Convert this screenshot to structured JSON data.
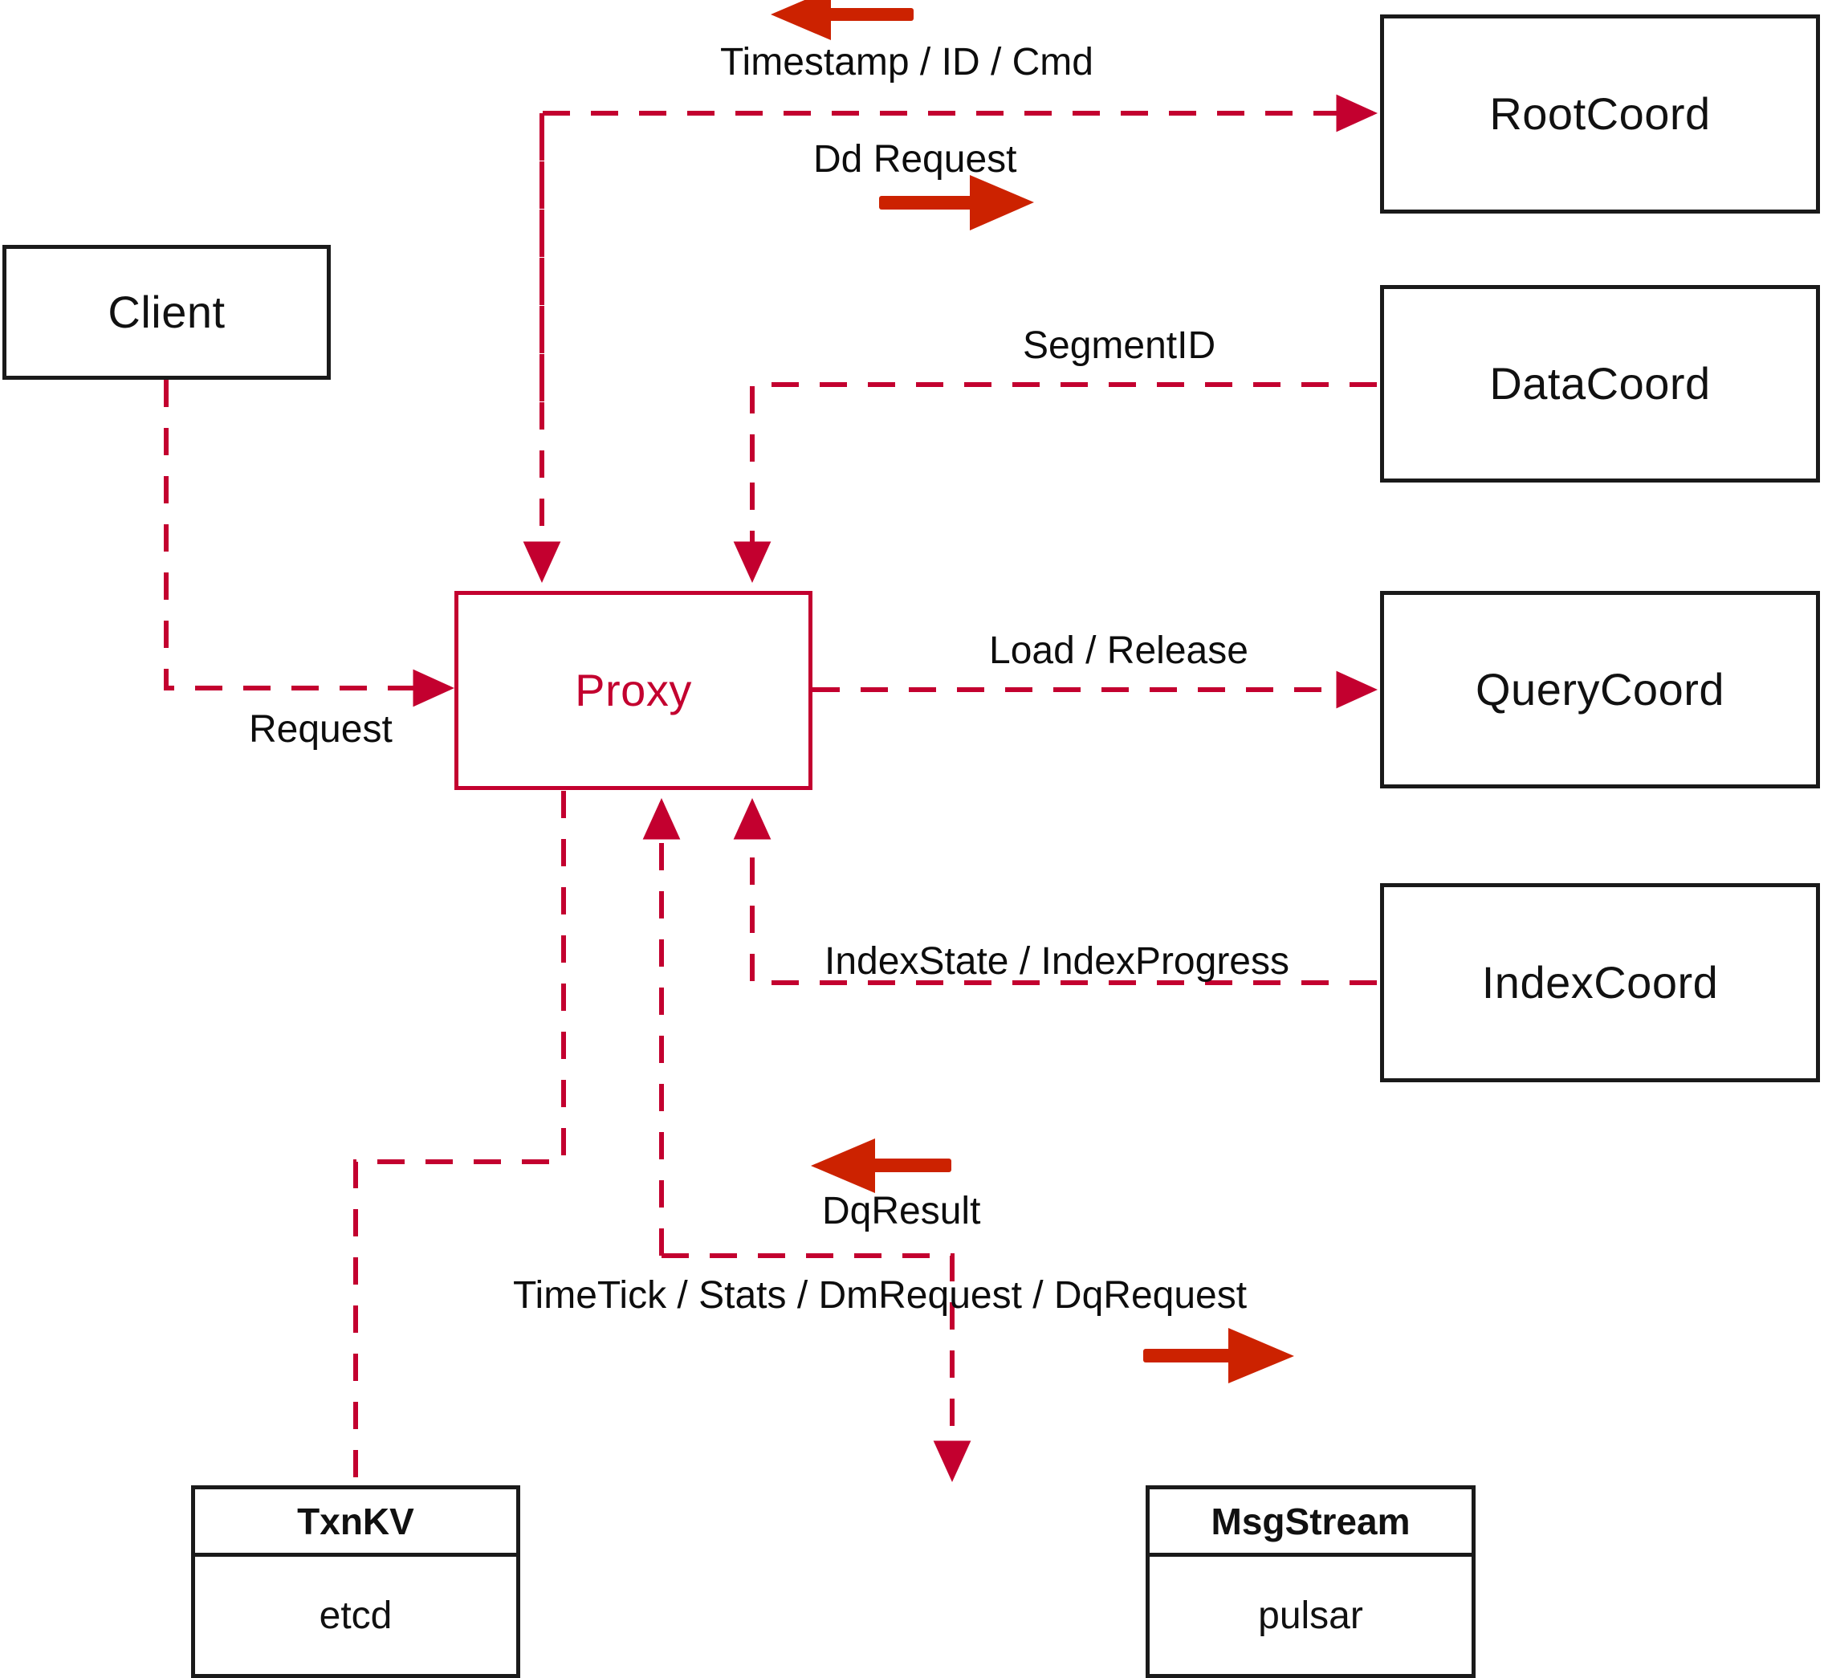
{
  "diagram": {
    "title": "Proxy component interaction diagram",
    "colors": {
      "node_border": "#1a1a1a",
      "proxy_border": "#c3002f",
      "proxy_text": "#c3002f",
      "dashed_edge": "#c3002f",
      "solid_arrow": "#cc2200",
      "background": "#ffffff"
    }
  },
  "nodes": {
    "client": {
      "label": "Client"
    },
    "proxy": {
      "label": "Proxy"
    },
    "root_coord": {
      "label": "RootCoord"
    },
    "data_coord": {
      "label": "DataCoord"
    },
    "query_coord": {
      "label": "QueryCoord"
    },
    "index_coord": {
      "label": "IndexCoord"
    },
    "txnkv": {
      "header": "TxnKV",
      "body": "etcd"
    },
    "msgstream": {
      "header": "MsgStream",
      "body": "pulsar"
    }
  },
  "edges": [
    {
      "id": "timestamp-id-cmd",
      "label": "Timestamp / ID / Cmd",
      "from": "RootCoord",
      "to": "Proxy",
      "direction": "left"
    },
    {
      "id": "dd-request",
      "label": "Dd Request",
      "from": "Proxy",
      "to": "RootCoord",
      "direction": "right"
    },
    {
      "id": "segment-id",
      "label": "SegmentID",
      "from": "DataCoord",
      "to": "Proxy",
      "direction": "left"
    },
    {
      "id": "load-release",
      "label": "Load / Release",
      "from": "Proxy",
      "to": "QueryCoord",
      "direction": "right"
    },
    {
      "id": "index-state-progress",
      "label": "IndexState / IndexProgress",
      "from": "IndexCoord",
      "to": "Proxy",
      "direction": "left"
    },
    {
      "id": "request",
      "label": "Request",
      "from": "Client",
      "to": "Proxy",
      "direction": "right"
    },
    {
      "id": "dq-result",
      "label": "DqResult",
      "from": "MsgStream",
      "to": "Proxy",
      "direction": "left"
    },
    {
      "id": "timetick-stats-dmrequest-dqrequest",
      "label": "TimeTick / Stats / DmRequest / DqRequest",
      "from": "Proxy",
      "to": "MsgStream",
      "direction": "right"
    }
  ]
}
